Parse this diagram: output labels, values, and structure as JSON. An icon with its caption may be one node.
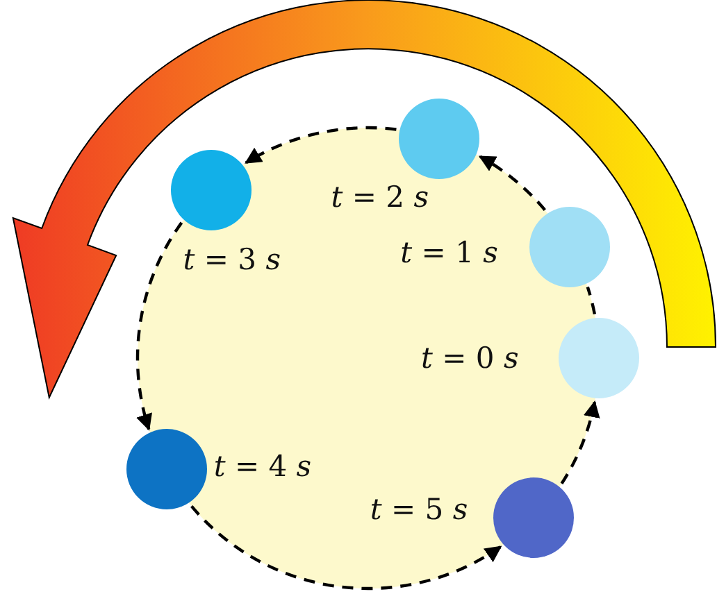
{
  "diagram": {
    "nodes": [
      {
        "text": [],
        "shape": "circle",
        "beside": [
          "*t* = 0 *s*"
        ]
      },
      {
        "text": [],
        "shape": "circle",
        "beside": [
          "*t* = 1 *s*"
        ]
      },
      {
        "text": [],
        "shape": "circle",
        "beside": [
          "*t* = 2 *s*"
        ]
      },
      {
        "text": [],
        "shape": "circle",
        "beside": [
          "*t* = 3 *s*"
        ]
      },
      {
        "text": [],
        "shape": "circle",
        "beside": [
          "*t* = 4 *s*"
        ]
      },
      {
        "text": [],
        "shape": "circle",
        "beside": [
          "*t* = 5 *s*"
        ]
      }
    ],
    "edges": [
      {
        "from": 0,
        "to": 1,
        "arrow": "none",
        "style": "dashed"
      },
      {
        "from": 1,
        "to": 2,
        "arrow": "to",
        "style": "dashed"
      },
      {
        "from": 2,
        "to": 3,
        "arrow": "to",
        "style": "dashed"
      },
      {
        "from": 3,
        "to": 4,
        "arrow": "to",
        "style": "dashed"
      },
      {
        "from": 4,
        "to": 5,
        "arrow": "to",
        "style": "dashed"
      },
      {
        "from": 5,
        "to": 0,
        "arrow": "to",
        "style": "dashed"
      }
    ]
  }
}
